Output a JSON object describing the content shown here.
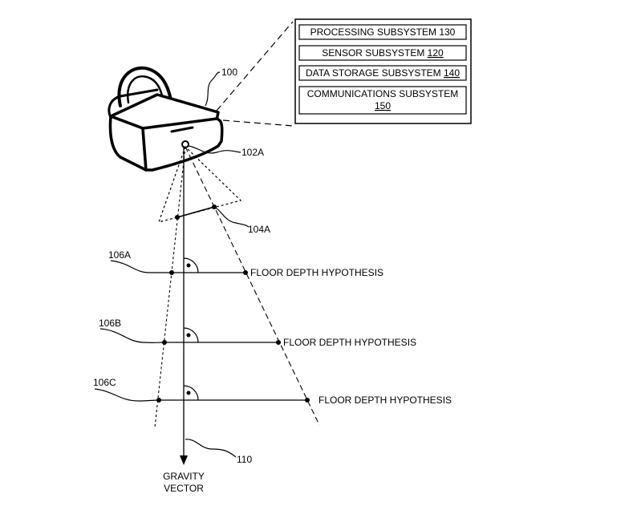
{
  "subsystems": [
    {
      "text": "PROCESSING SUBSYSTEM 130",
      "ref": ""
    },
    {
      "text": "SENSOR SUBSYSTEM ",
      "ref": "120"
    },
    {
      "text": "DATA STORAGE SUBSYSTEM ",
      "ref": "140"
    },
    {
      "text": "COMMUNICATIONS SUBSYSTEM",
      "ref": "150"
    }
  ],
  "labels": {
    "device": "100",
    "camera": "102A",
    "feature": "104A",
    "hyp_a": "106A",
    "hyp_b": "106B",
    "hyp_c": "106C",
    "gravity_ref": "110",
    "gravity_line1": "GRAVITY",
    "gravity_line2": "VECTOR"
  },
  "hypotheses": [
    {
      "label": "FLOOR DEPTH HYPOTHESIS"
    },
    {
      "label": "FLOOR DEPTH HYPOTHESIS"
    },
    {
      "label": "FLOOR DEPTH HYPOTHESIS"
    }
  ]
}
